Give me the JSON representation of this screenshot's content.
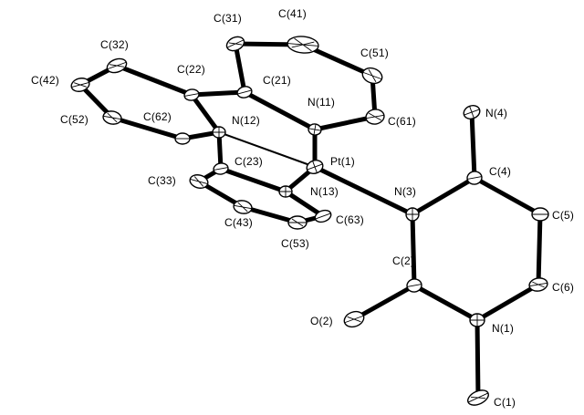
{
  "atom_labels": {
    "C31": "C(31)",
    "C41": "C(41)",
    "C32": "C(32)",
    "C22": "C(22)",
    "C21": "C(21)",
    "C51": "C(51)",
    "C42": "C(42)",
    "N11": "N(11)",
    "C52": "C(52)",
    "C62": "C(62)",
    "N12": "N(12)",
    "C61": "C(61)",
    "N4": "N(4)",
    "Pt1": "Pt(1)",
    "C23": "C(23)",
    "C4": "C(4)",
    "C33": "C(33)",
    "N13": "N(13)",
    "N3": "N(3)",
    "C63": "C(63)",
    "C5": "C(5)",
    "C43": "C(43)",
    "C53": "C(53)",
    "C2": "C(2)",
    "C6": "C(6)",
    "O2": "O(2)",
    "N1": "N(1)",
    "C1": "C(1)"
  }
}
